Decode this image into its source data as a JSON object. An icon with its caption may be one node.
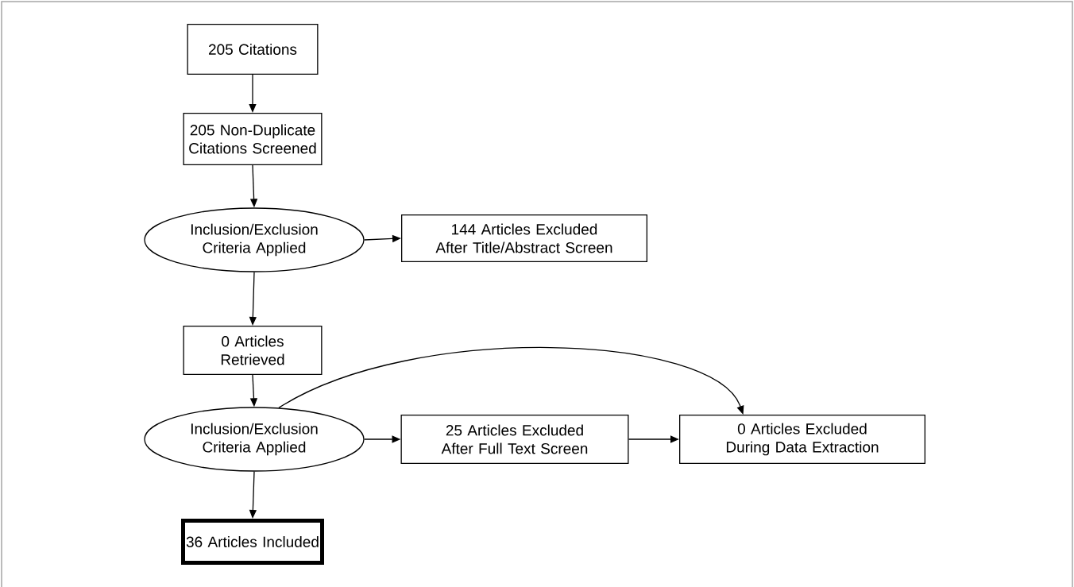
{
  "diagram": {
    "nodes": [
      {
        "text": [
          "205 Citations"
        ]
      },
      {
        "text": [
          "205 Non-Duplicate Citations Screened"
        ]
      },
      {
        "text": [
          "Inclusion/Exclusion Criteria Applied"
        ]
      },
      {
        "text": [
          "144 Articles Excluded After Title/Abstract Screen"
        ]
      },
      {
        "text": [
          "0 Articles Retrieved"
        ]
      },
      {
        "text": [
          "Inclusion/Exclusion Criteria Applied"
        ]
      },
      {
        "text": [
          "25 Articles Excluded After Full Text Screen"
        ]
      },
      {
        "text": [
          "0 Articles Excluded During Data Extraction"
        ]
      },
      {
        "text": [
          "36 Articles Included"
        ]
      }
    ],
    "edges": [
      {
        "from": 0,
        "to": 1,
        "arrow": "to"
      },
      {
        "from": 1,
        "to": 2,
        "arrow": "to"
      },
      {
        "from": 2,
        "to": 3,
        "arrow": "to"
      },
      {
        "from": 2,
        "to": 4,
        "arrow": "to"
      },
      {
        "from": 4,
        "to": 5,
        "arrow": "to"
      },
      {
        "from": 5,
        "to": 6,
        "arrow": "to"
      },
      {
        "from": 6,
        "to": 7,
        "arrow": "to"
      },
      {
        "from": 5,
        "to": 7,
        "arrow": "to"
      },
      {
        "from": 5,
        "to": 8,
        "arrow": "to"
      }
    ]
  }
}
